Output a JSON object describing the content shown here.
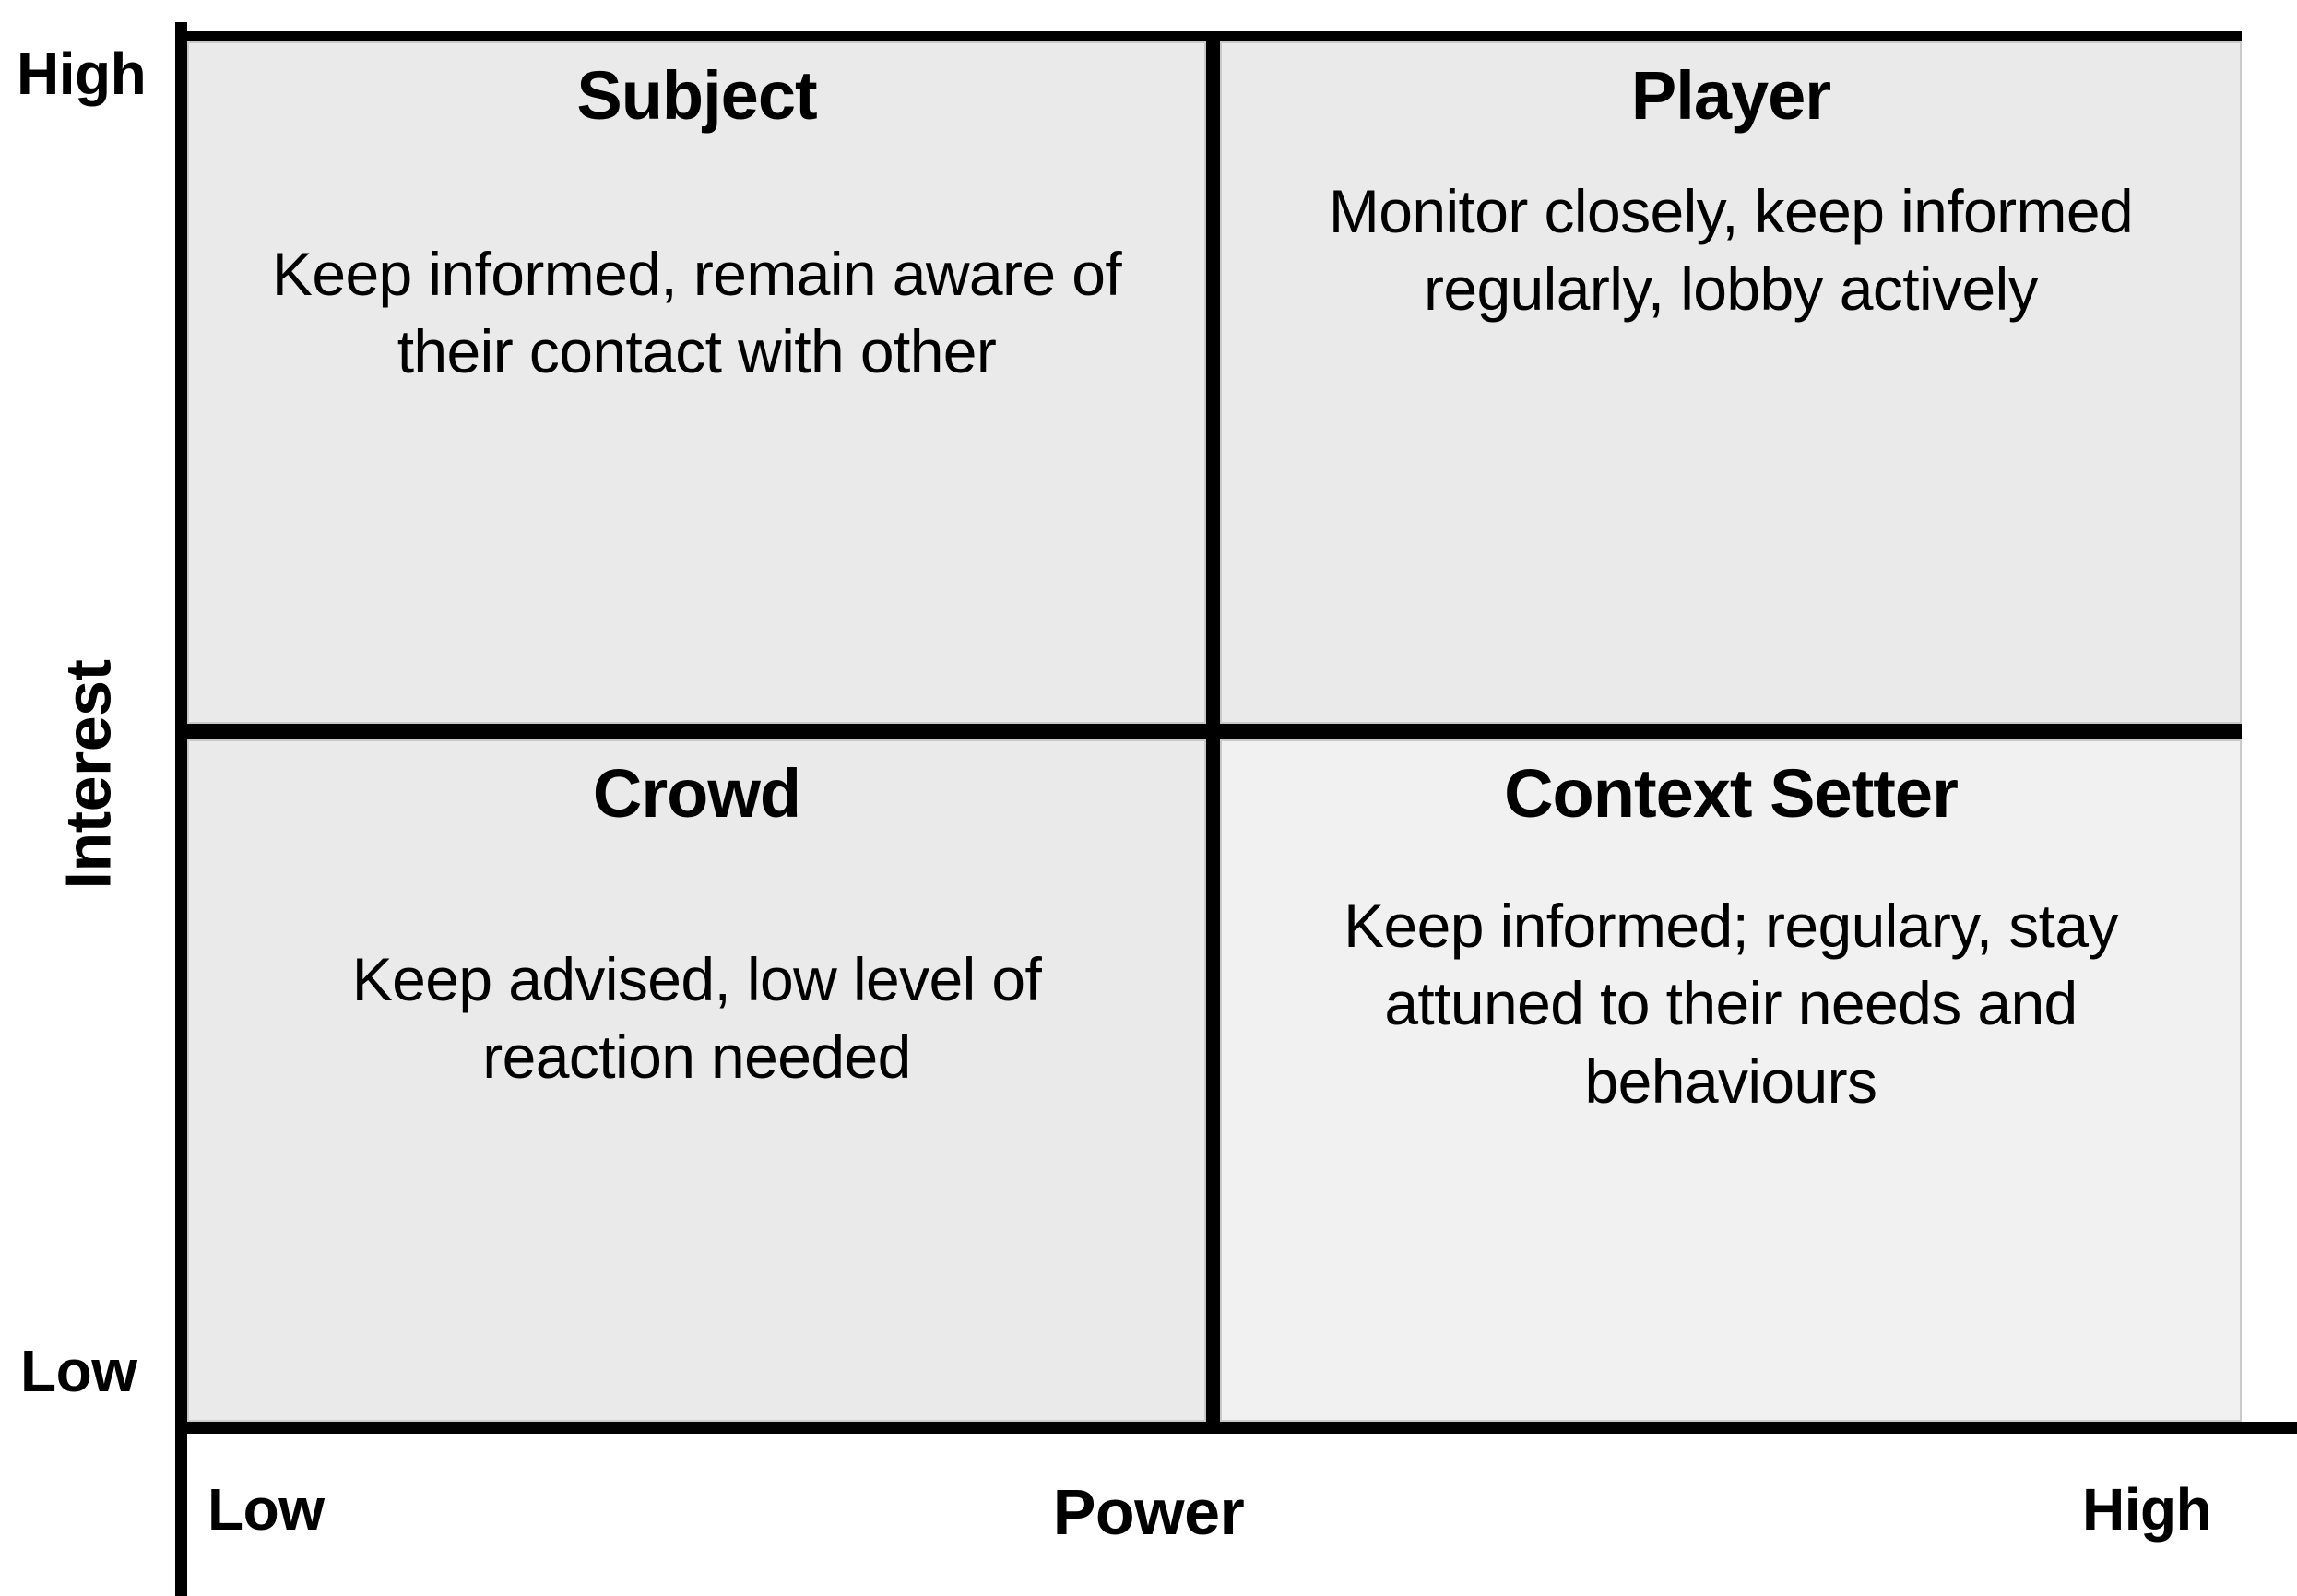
{
  "diagram": {
    "type": "power-interest-matrix",
    "axes": {
      "y": {
        "title": "Interest",
        "high_label": "High",
        "low_label": "Low"
      },
      "x": {
        "title": "Power",
        "low_label": "Low",
        "high_label": "High"
      }
    },
    "colors": {
      "quadrant_fill": "#EAEAEA",
      "quadrant_fill_light": "#F1F1F1",
      "line": "#000000",
      "cell_border": "#C9C9C9",
      "background": "#FFFFFF",
      "text": "#000000"
    },
    "quadrants": [
      {
        "id": "subject",
        "position": "top-left",
        "power": "Low",
        "interest": "High",
        "title": "Subject",
        "body": "Keep informed, remain aware of their contact with other",
        "fill": "#EAEAEA"
      },
      {
        "id": "player",
        "position": "top-right",
        "power": "High",
        "interest": "High",
        "title": "Player",
        "body": "Monitor closely, keep informed regularly, lobby actively",
        "fill": "#EAEAEA"
      },
      {
        "id": "crowd",
        "position": "bottom-left",
        "power": "Low",
        "interest": "Low",
        "title": "Crowd",
        "body": "Keep advised, low level of reaction needed",
        "fill": "#EAEAEA"
      },
      {
        "id": "context-setter",
        "position": "bottom-right",
        "power": "High",
        "interest": "Low",
        "title": "Context Setter",
        "body": "Keep informed; regulary, stay attuned to their needs and behaviours",
        "fill": "#F1F1F1"
      }
    ]
  }
}
